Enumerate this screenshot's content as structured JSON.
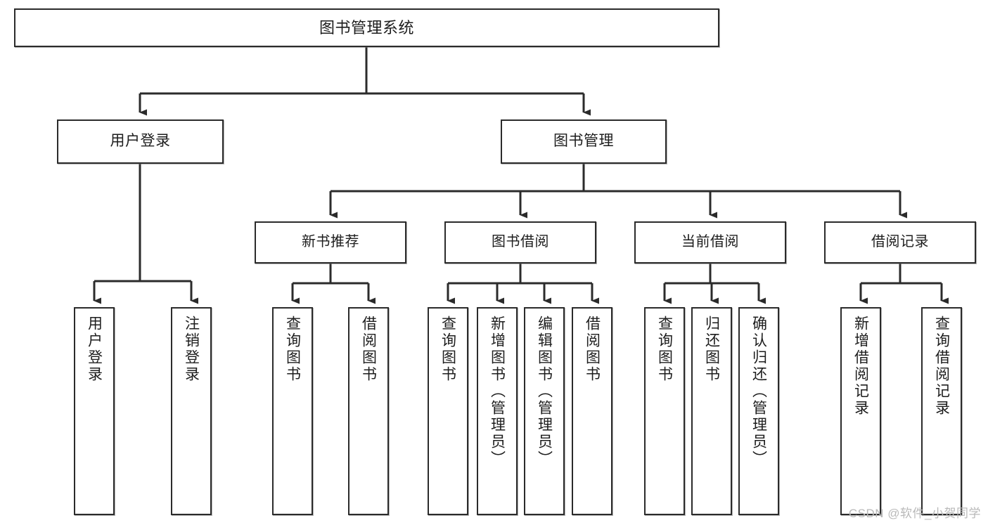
{
  "diagram": {
    "type": "tree",
    "title": "图书管理系统",
    "orientation": "top-down",
    "colors": {
      "node_border": "#2b2b2b",
      "node_fill": "#ffffff",
      "edge": "#2b2b2b",
      "text": "#1d1d1d",
      "watermark": "#b9b9b9",
      "background": "#ffffff"
    }
  },
  "root": {
    "label": "图书管理系统"
  },
  "level1": [
    {
      "label": "用户登录"
    },
    {
      "label": "图书管理"
    }
  ],
  "level2": [
    {
      "label": "新书推荐"
    },
    {
      "label": "图书借阅"
    },
    {
      "label": "当前借阅"
    },
    {
      "label": "借阅记录"
    }
  ],
  "leaves": {
    "user_login": [
      {
        "label": "用户登录"
      },
      {
        "label": "注销登录"
      }
    ],
    "new_book_recommend": [
      {
        "label": "查询图书"
      },
      {
        "label": "借阅图书"
      }
    ],
    "book_borrow": [
      {
        "label": "查询图书"
      },
      {
        "label": "新增图书（管理员）"
      },
      {
        "label": "编辑图书（管理员）"
      },
      {
        "label": "借阅图书"
      }
    ],
    "current_borrow": [
      {
        "label": "查询图书"
      },
      {
        "label": "归还图书"
      },
      {
        "label": "确认归还（管理员）"
      }
    ],
    "borrow_record": [
      {
        "label": "新增借阅记录"
      },
      {
        "label": "查询借阅记录"
      }
    ]
  },
  "watermark": {
    "text": "CSDN @软件_小贺同学"
  }
}
